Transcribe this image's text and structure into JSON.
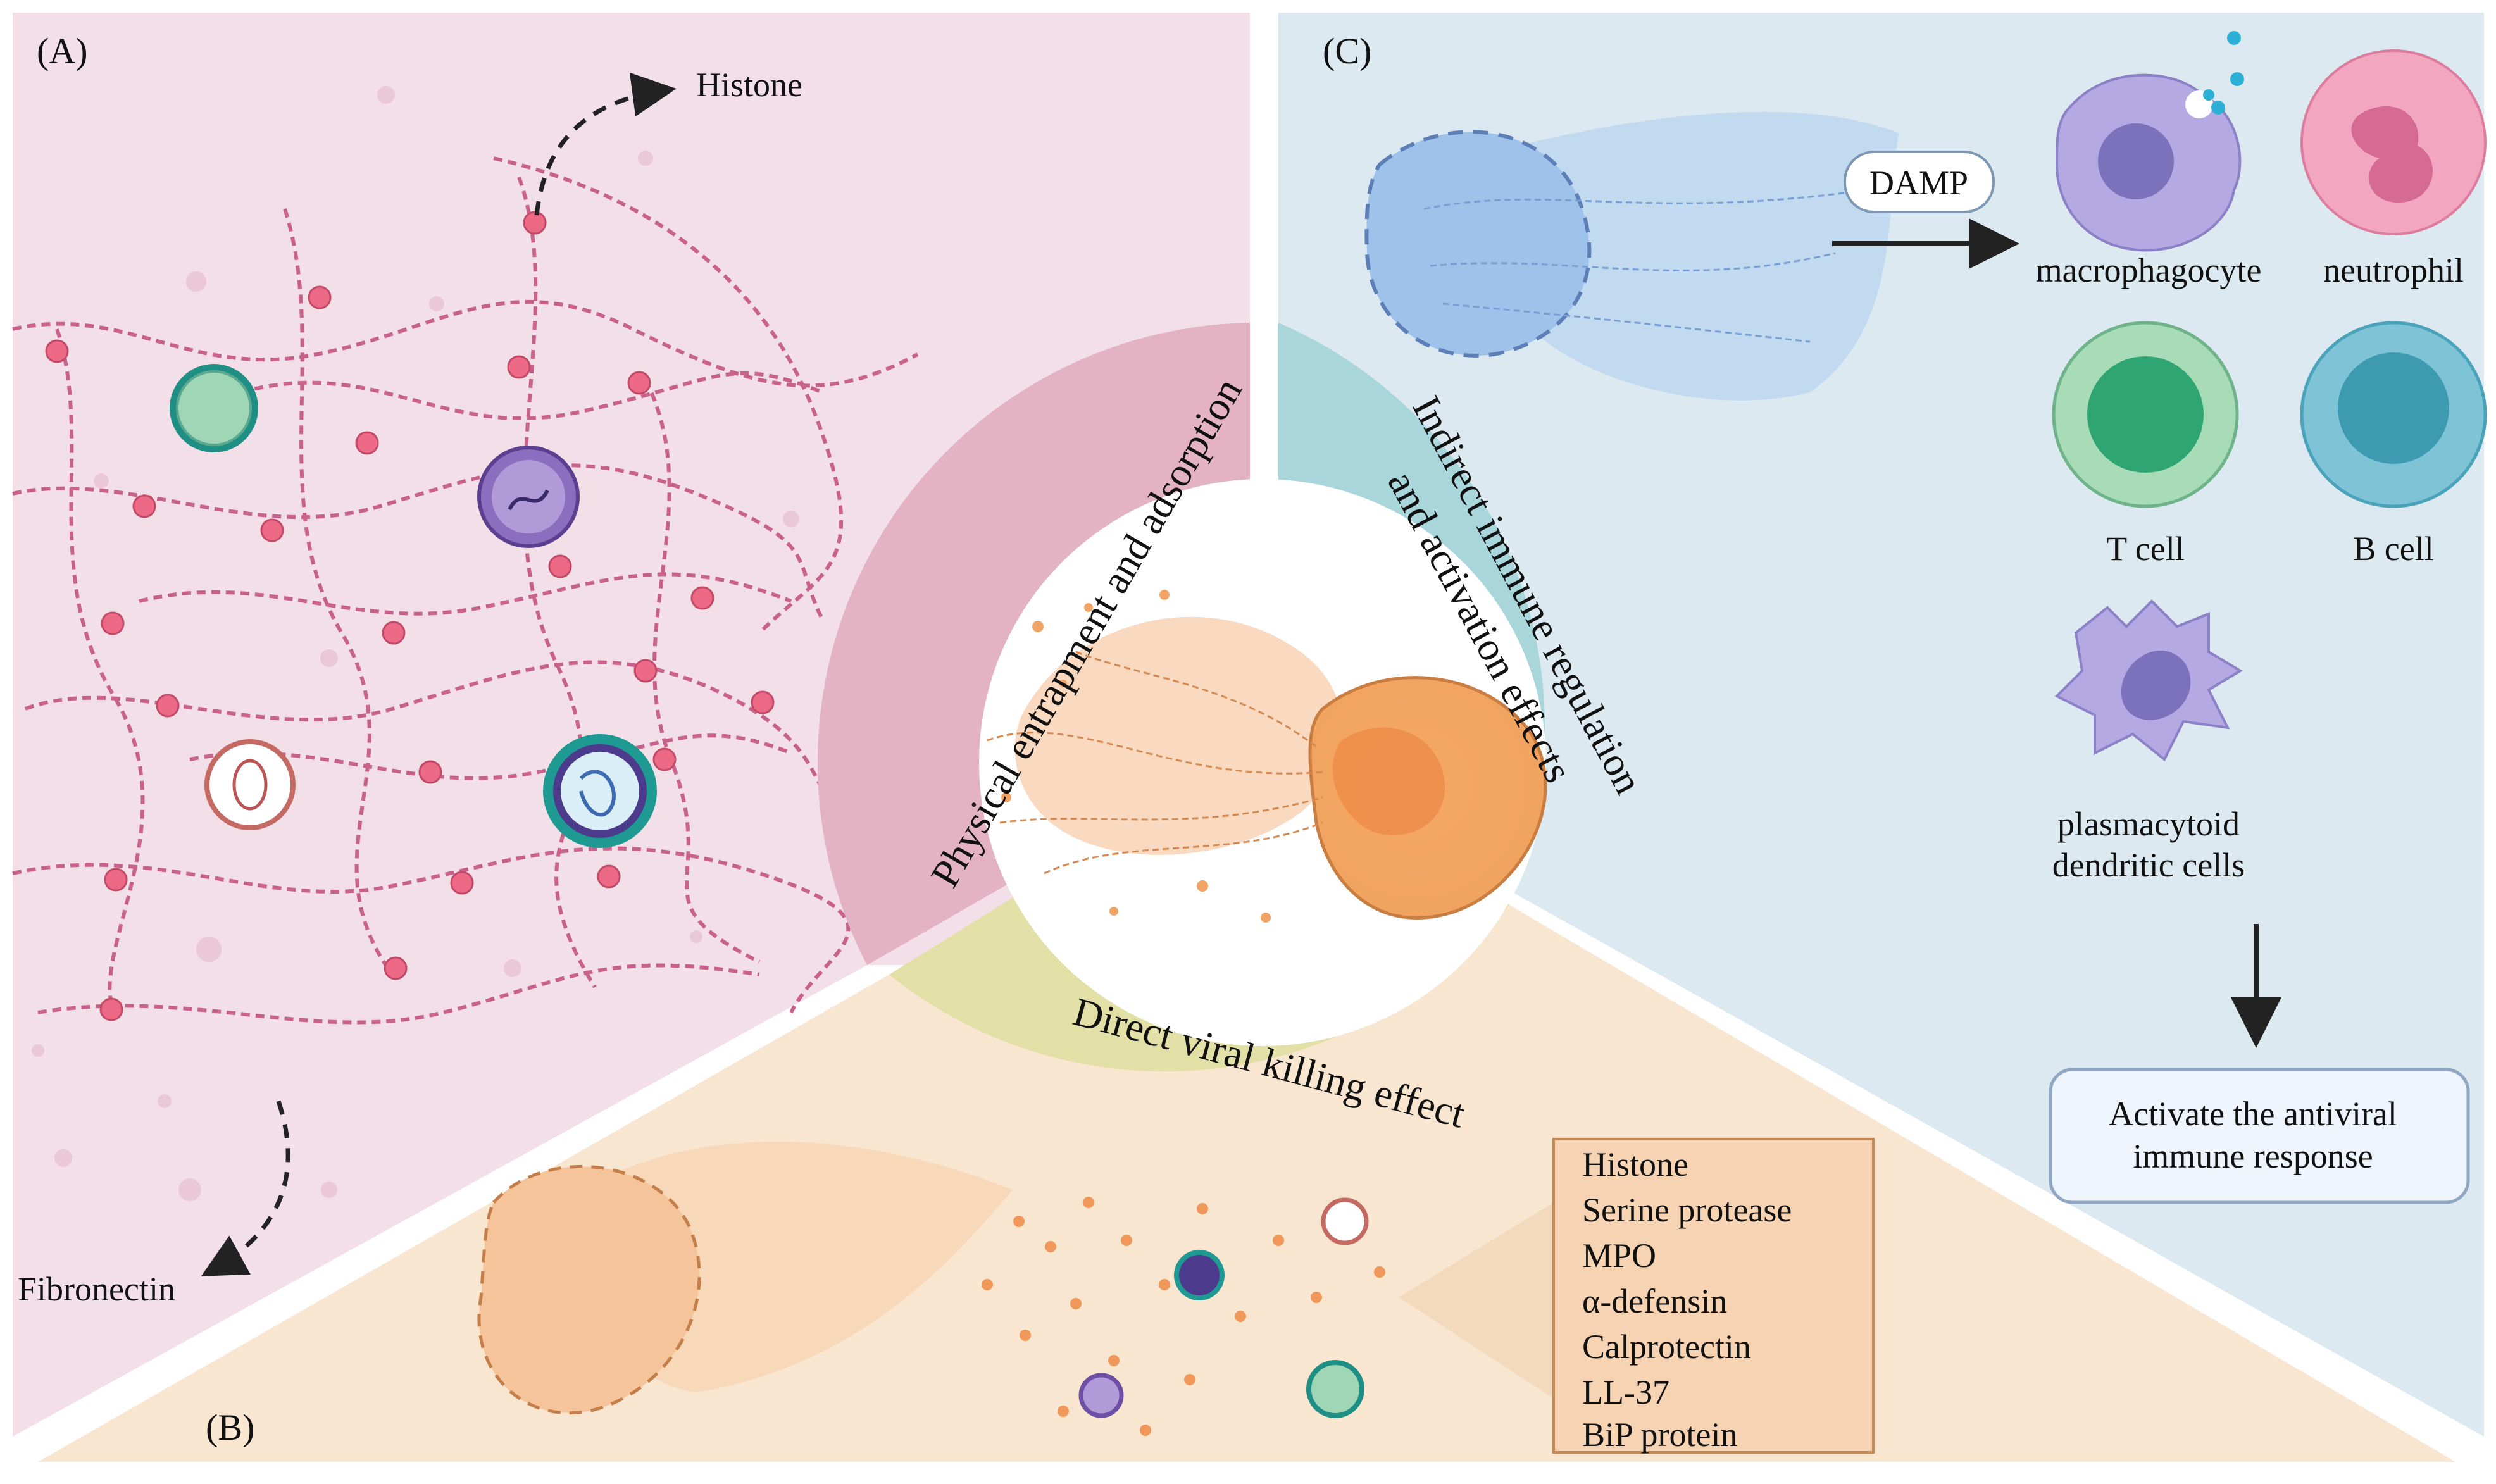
{
  "panels": {
    "a": {
      "label": "(A)",
      "histone": "Histone",
      "fibronectin": "Fibronectin"
    },
    "b": {
      "label": "(B)",
      "factors": [
        "Histone",
        "Serine protease",
        "MPO",
        "α-defensin",
        "Calprotectin",
        "LL-37",
        "BiP protein"
      ]
    },
    "c": {
      "label": "(C)",
      "damp": "DAMP",
      "cells": {
        "macrophagocyte": "macrophagocyte",
        "neutrophil": "neutrophil",
        "t_cell": "T cell",
        "b_cell": "B cell",
        "pdc_line1": "plasmacytoid",
        "pdc_line2": "dendritic cells"
      },
      "response_line1": "Activate the antiviral",
      "response_line2": "immune response"
    }
  },
  "center": {
    "arc_a": "Physical entrapment and adsorption",
    "arc_b": "Direct viral killing effect",
    "arc_c_line1": "Indirect immune regulation",
    "arc_c_line2": "and activation effects"
  },
  "colors": {
    "panel_a_bg": "#f2dfe7",
    "panel_b_bg": "#f8e6d1",
    "panel_c_bg": "#dce9f1",
    "arc_a": "#e4b3c3",
    "arc_b": "#e2e0a6",
    "arc_c": "#a8d6db",
    "net_strand": "#c9628b",
    "net_node": "#ec6a85",
    "orange": "#f1a870",
    "blue_net": "#8fb9e3"
  }
}
